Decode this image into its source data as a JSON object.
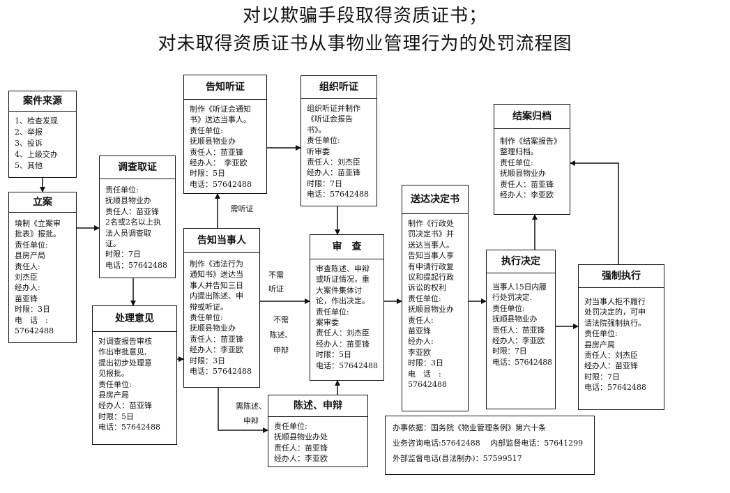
{
  "title": {
    "line1": "对以欺骗手段取得资质证书；",
    "line2": "对未取得资质证书从事物业管理行为的处罚流程图"
  },
  "boxes": {
    "source": {
      "title": "案件来源",
      "lines": [
        "1、检查发现",
        "2、举报",
        "3、投诉",
        "4、上级交办",
        "5、其他"
      ]
    },
    "filing": {
      "title": "立案",
      "lines": [
        "填制《立案审",
        "批表》报批。",
        "责任单位:",
        "县房产局",
        "责任人:",
        "刘杰臣",
        "经办人:",
        "苗亚锋",
        "时限：3日",
        "电　话　:",
        "57642488"
      ]
    },
    "investigate": {
      "title": "调查取证",
      "lines": [
        "责任单位:",
        "抚顺县物业办",
        "责任人：苗亚锋",
        "2名或2名以上执",
        "法人员调查取",
        "证。",
        "时限：7日",
        "电话：57642488"
      ]
    },
    "opinion": {
      "title": "处理意见",
      "lines": [
        "对调查报告审核",
        "作出审批意见,",
        "提出初步处理意",
        "见报批。",
        "责任单位:",
        "县房产局",
        "经办人：苗亚锋",
        "时限：5日",
        "电话：57642488"
      ]
    },
    "hearing_notice": {
      "title": "告知听证",
      "lines": [
        "制作《听证会通知",
        "书》送达当事人。",
        "责任单位:",
        "抚顺县物业办",
        "责任人：苗亚锋",
        "经办人：　李亚欧",
        "时限：5日",
        "电话：57642488"
      ]
    },
    "notify_party": {
      "title": "告知当事人",
      "lines": [
        "制作《违法行为",
        "通知书》送达当",
        "事人并告知三日",
        "内提出陈述、申",
        "辩或听证。",
        "责任单位:",
        "抚顺县物业办",
        "责任人：苗亚锋",
        "经办人：李亚欧",
        "时限：3日",
        "电话：57642488"
      ]
    },
    "organize_hearing": {
      "title": "组织听证",
      "lines": [
        "组织听证并制作",
        "《听证会报告",
        "书》。",
        "责任单位:",
        "听审委",
        "责任人：刘杰臣",
        "经办人：苗亚锋",
        "时限：7日",
        "电话：57642488"
      ]
    },
    "review": {
      "title": "审　查",
      "lines": [
        "审查陈述、申辩",
        "或听证情况，重",
        "大案件集体讨",
        "论，作出决定。",
        "责任单位:",
        "案审委",
        "责任人：刘杰臣",
        "经办人：苗亚锋",
        "时限：5日",
        "电话：57642488"
      ]
    },
    "statement": {
      "title": "陈述、申辩",
      "lines": [
        "责任单位:",
        "抚顺县物业办处",
        "责任人：苗亚锋",
        "经办人：李亚欧"
      ]
    },
    "deliver": {
      "title": "送达决定书",
      "lines": [
        "制作《行政处",
        "罚决定书》并",
        "送达当事人。",
        "告知当事人享",
        "有申请行政复",
        "议和提起行政",
        "诉讼的权利",
        "责任单位:",
        "抚顺县物业办",
        "责任人:",
        "苗亚锋",
        "经办人:",
        "李亚欧",
        "时限：3日",
        "电　话　:",
        "57642488"
      ]
    },
    "execute": {
      "title": "执行决定",
      "lines": [
        "当事人15日内履",
        "行处罚决定.",
        "责任单位:",
        "抚顺县物业办",
        "责任人：苗亚锋",
        "经办人：李亚欧",
        "时限：7日",
        "电话：57642488"
      ]
    },
    "archive": {
      "title": "结案归档",
      "lines": [
        "制作《结案报告》",
        "整理归档。",
        "责任单位:",
        "抚顺县物业办",
        "责任人：苗亚锋",
        "经办人：李亚欧"
      ]
    },
    "enforce": {
      "title": "强制执行",
      "lines": [
        "对当事人拒不履行",
        "处罚决定的，可申",
        "请法院强制执行。",
        "责任单位:",
        "县房产局",
        "责任人：刘杰臣",
        "经办人：苗亚锋",
        "时限：7日",
        "电话：57642488"
      ]
    }
  },
  "labels": {
    "need_hearing": "需听证",
    "no_hearing": "不需\n听证",
    "no_statement": "不需\n陈述、\n申辩",
    "need_statement": "需陈述、\n申辩"
  },
  "note": {
    "basis": "办事依据：国务院《物业管理条例》第六十条",
    "consult": "业务咨询电话:57642488　 内部监督电话：57641299",
    "external": "外部监督电话(县法制办)：57599517"
  }
}
